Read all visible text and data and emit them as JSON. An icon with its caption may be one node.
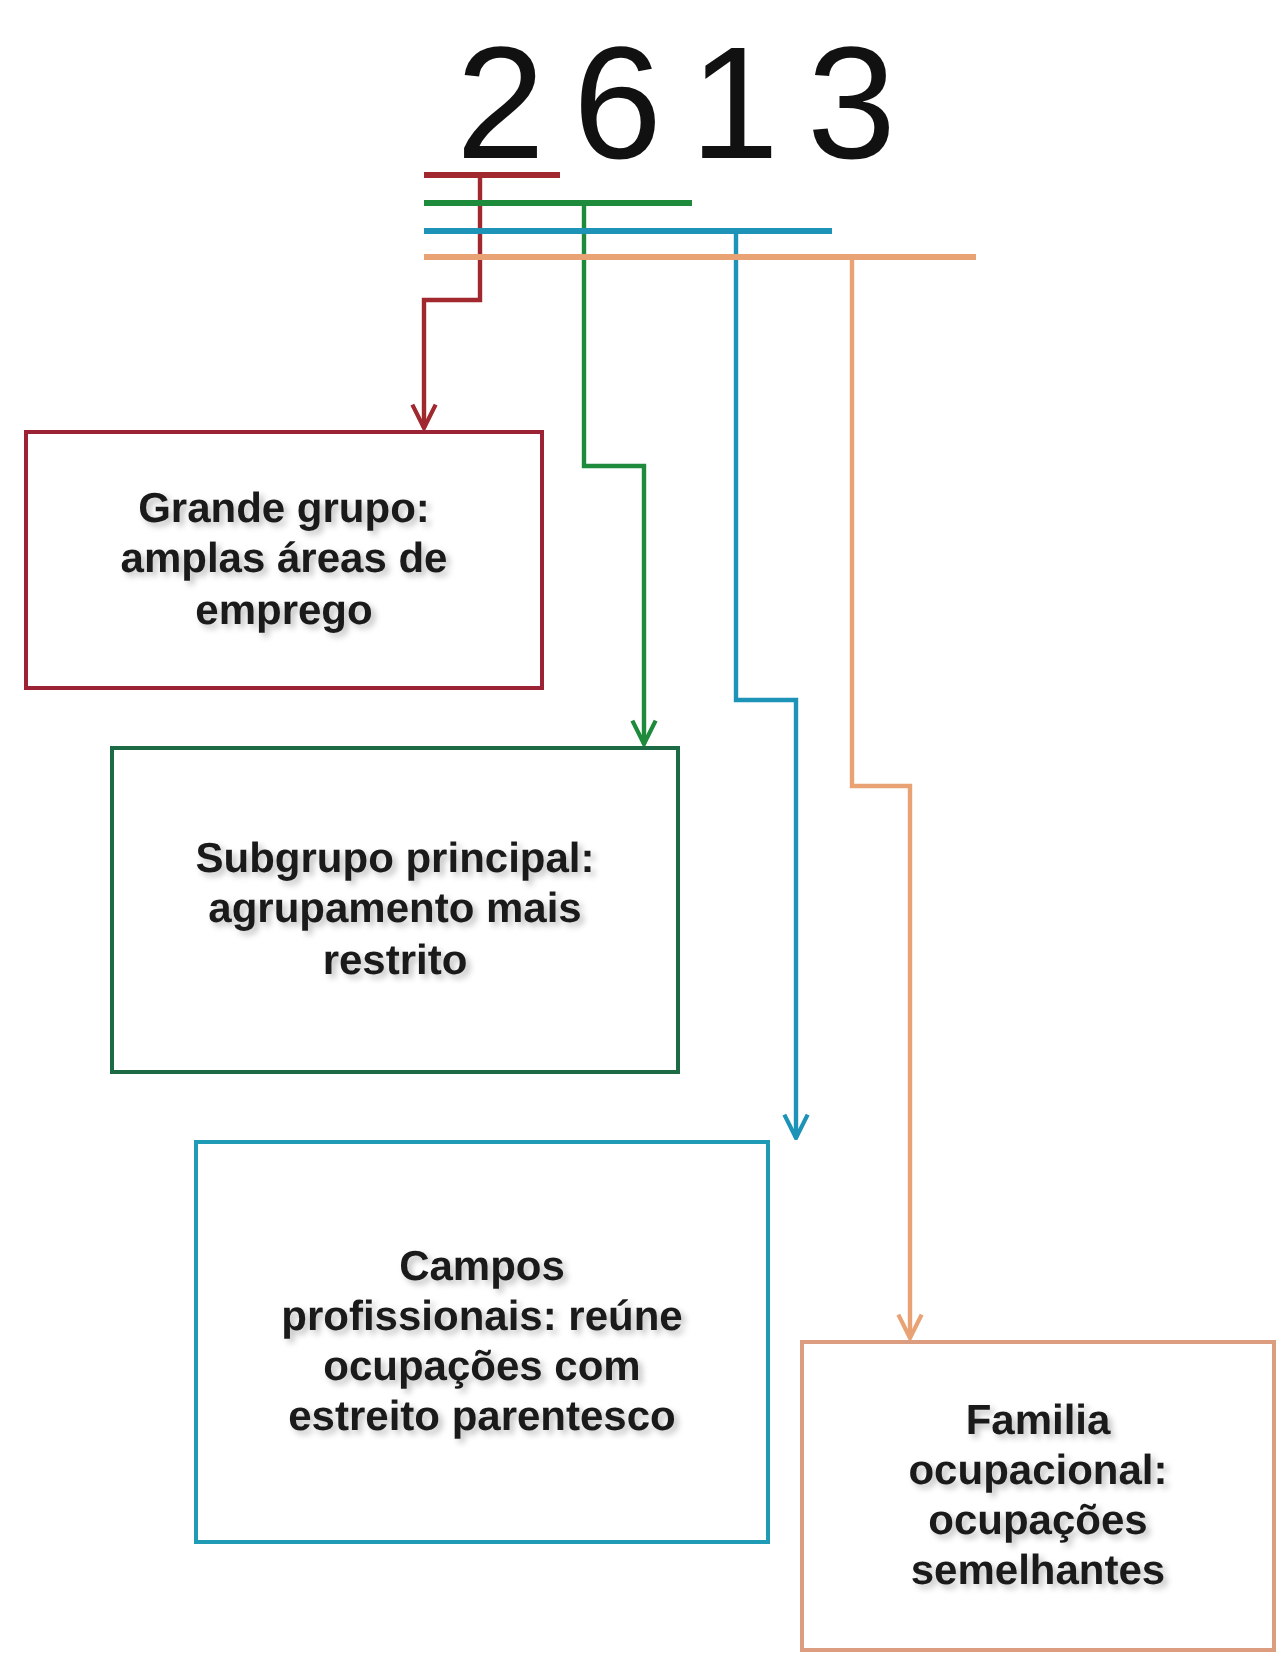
{
  "diagram": {
    "nodes": [
      {
        "text": [],
        "shape": "bar"
      },
      {
        "text": [],
        "shape": "bar"
      },
      {
        "text": [],
        "shape": "bar"
      },
      {
        "text": [],
        "shape": "bar"
      },
      {
        "text": [
          "Grande grupo: amplas áreas de emprego"
        ]
      },
      {
        "text": [
          "Subgrupo principal: agrupamento mais restrito"
        ]
      },
      {
        "text": [
          "Campos profissionais: reúne ocupações com estreito parentesco"
        ]
      },
      {
        "text": [
          "Familia ocupacional: ocupações semelhantes"
        ]
      }
    ],
    "edges": [
      {
        "from": 0,
        "to": 4,
        "arrow": "to",
        "color": "#a0282e"
      },
      {
        "from": 1,
        "to": 5,
        "arrow": "to",
        "color": "#1d8a3c"
      },
      {
        "from": 2,
        "to": 6,
        "arrow": "to",
        "color": "#1e93b8"
      },
      {
        "from": 3,
        "to": 7,
        "arrow": "to",
        "color": "#e8a274"
      }
    ],
    "labels": [
      "2613"
    ]
  }
}
